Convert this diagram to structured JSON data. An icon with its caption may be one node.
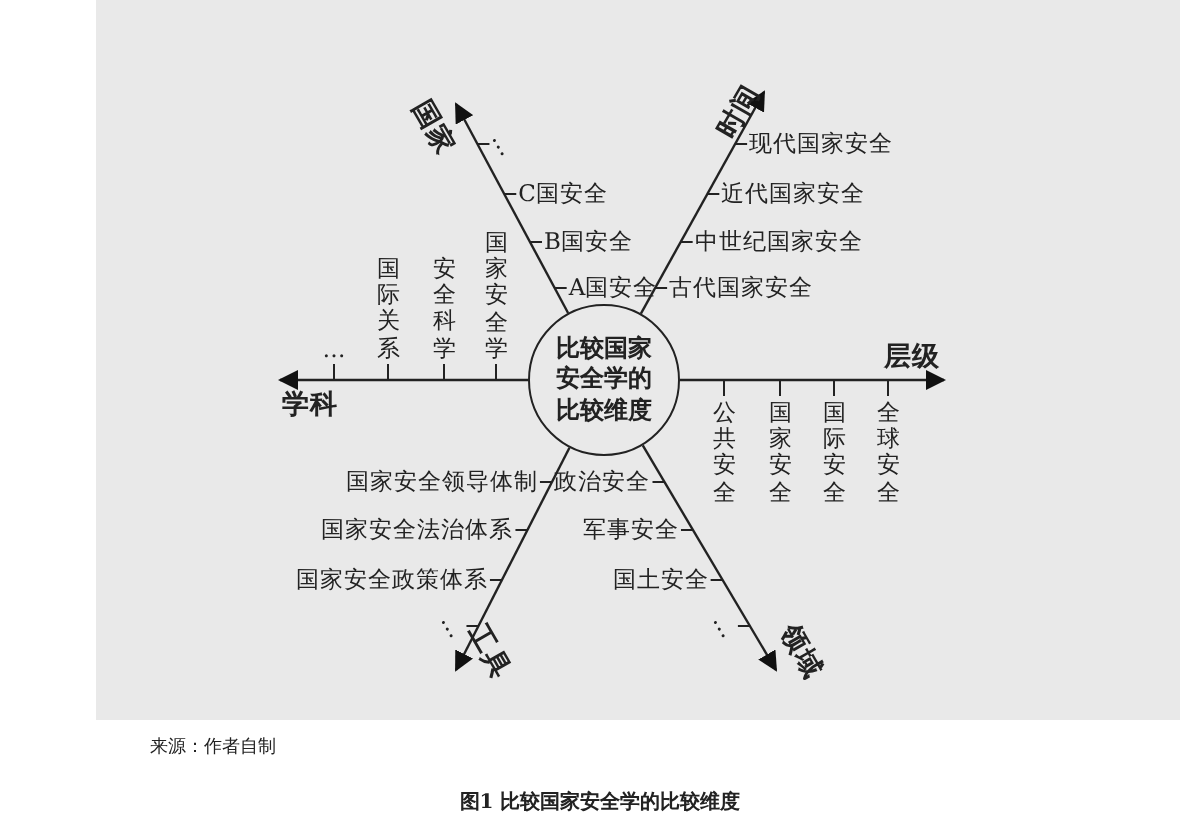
{
  "diagram": {
    "caption": "图1 比较国家安全学的比较维度",
    "nodes": [
      {
        "text": [
          "比较国家安全学的比较维度"
        ]
      },
      {
        "text": [
          "国家"
        ]
      },
      {
        "text": [
          "时间"
        ]
      },
      {
        "text": [
          "层级"
        ]
      },
      {
        "text": [
          "学科"
        ]
      },
      {
        "text": [
          "工具"
        ]
      },
      {
        "text": [
          "领域"
        ]
      }
    ],
    "edges": [
      {
        "from": 0,
        "to": 1,
        "arrow": "to"
      },
      {
        "from": 0,
        "to": 2,
        "arrow": "to"
      },
      {
        "from": 0,
        "to": 3,
        "arrow": "to"
      },
      {
        "from": 0,
        "to": 4,
        "arrow": "to"
      },
      {
        "from": 0,
        "to": 5,
        "arrow": "to"
      },
      {
        "from": 0,
        "to": 6,
        "arrow": "to"
      }
    ],
    "labels": [
      "…",
      "C国安全",
      "B国安全",
      "A国安全",
      "现代国家安全",
      "近代国家安全",
      "中世纪国家安全",
      "古代国家安全",
      "…",
      "国际关系",
      "安全科学",
      "国家安全学",
      "公共安全",
      "国家安全",
      "国际安全",
      "全球安全",
      "国家安全领导体制",
      "国家安全法治体系",
      "国家安全政策体系",
      "…",
      "政治安全",
      "军事安全",
      "国土安全",
      "…",
      "来源：作者自制"
    ]
  }
}
